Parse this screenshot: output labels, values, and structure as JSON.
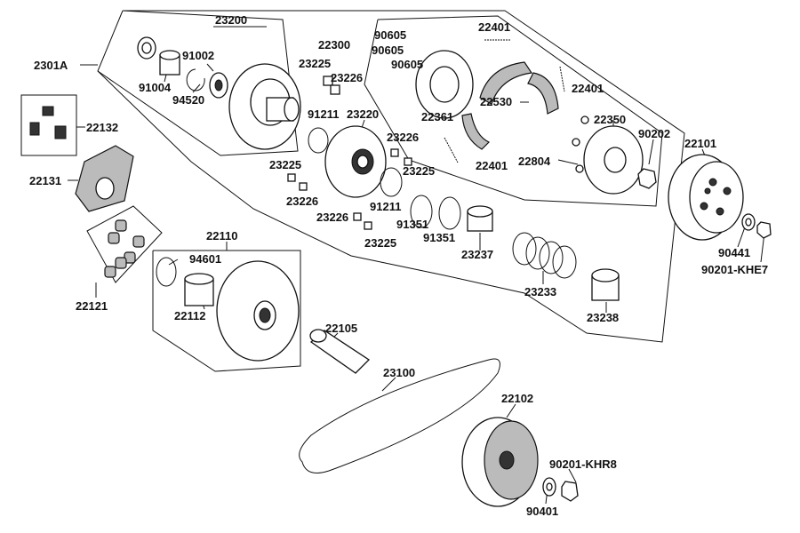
{
  "labels": {
    "l23200": "23200",
    "l2301A": "2301A",
    "l91002": "91002",
    "l91004": "91004",
    "l94520": "94520",
    "l22300": "22300",
    "l90605a": "90605",
    "l90605b": "90605",
    "l90605c": "90605",
    "l22401a": "22401",
    "l22401b": "22401",
    "l22401c": "22401",
    "l23225a": "23225",
    "l23226a": "23226",
    "l22361": "22361",
    "l22530": "22530",
    "l91211a": "91211",
    "l23220": "23220",
    "l22350": "22350",
    "l90202": "90202",
    "l22101": "22101",
    "l23226b": "23226",
    "l22804": "22804",
    "l22132": "22132",
    "l23225b": "23225",
    "l23225c": "23225",
    "l23225d": "23225",
    "l23226c": "23226",
    "l23226d": "23226",
    "l22131": "22131",
    "l91211b": "91211",
    "l91351a": "91351",
    "l91351b": "91351",
    "l23237": "23237",
    "l90441": "90441",
    "l90201KHE7": "90201-KHE7",
    "l22110": "22110",
    "l94601": "94601",
    "l23233": "23233",
    "l22121": "22121",
    "l22112": "22112",
    "l23238": "23238",
    "l22105": "22105",
    "l23100": "23100",
    "l22102": "22102",
    "l90201KHR8": "90201-KHR8",
    "l90401": "90401"
  }
}
